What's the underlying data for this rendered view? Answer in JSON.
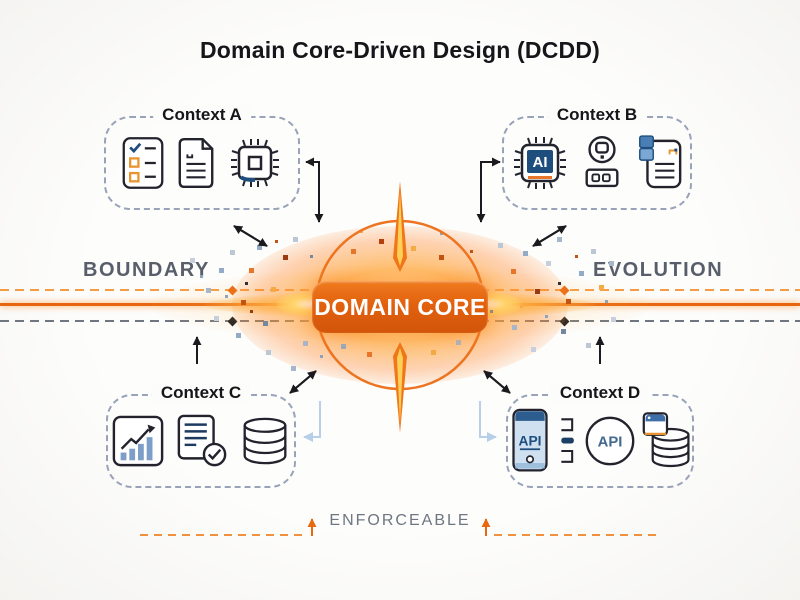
{
  "title": "Domain Core-Driven Design (DCDD)",
  "center": {
    "label": "DOMAIN CORE"
  },
  "labels": {
    "left": "BOUNDARY",
    "right": "EVOLUTION",
    "bottom": "ENFORCEABLE"
  },
  "contexts": {
    "a": {
      "label": "Context A",
      "icons": [
        "checklist-icon",
        "document-icon",
        "chip-icon"
      ]
    },
    "b": {
      "label": "Context B",
      "chip_text": "AI",
      "icons": [
        "ai-chip-icon",
        "robot-icon",
        "document-tabs-icon"
      ]
    },
    "c": {
      "label": "Context C",
      "icons": [
        "bar-chart-icon",
        "document-check-icon",
        "database-icon"
      ]
    },
    "d": {
      "label": "Context D",
      "phone_text": "API",
      "circle_text": "API",
      "icons": [
        "api-phone-icon",
        "api-connector-icon",
        "api-circle-icon",
        "database-window-icon"
      ]
    }
  },
  "colors": {
    "core_orange": "#e2610e",
    "accent_orange": "#f08a3c",
    "line_gray": "#70767f",
    "box_border": "#99a3b8",
    "label_gray": "#585f6b",
    "icon_navy": "#23232e",
    "icon_blue": "#3e6fa8",
    "arrow_blue": "#b8cfe9"
  }
}
